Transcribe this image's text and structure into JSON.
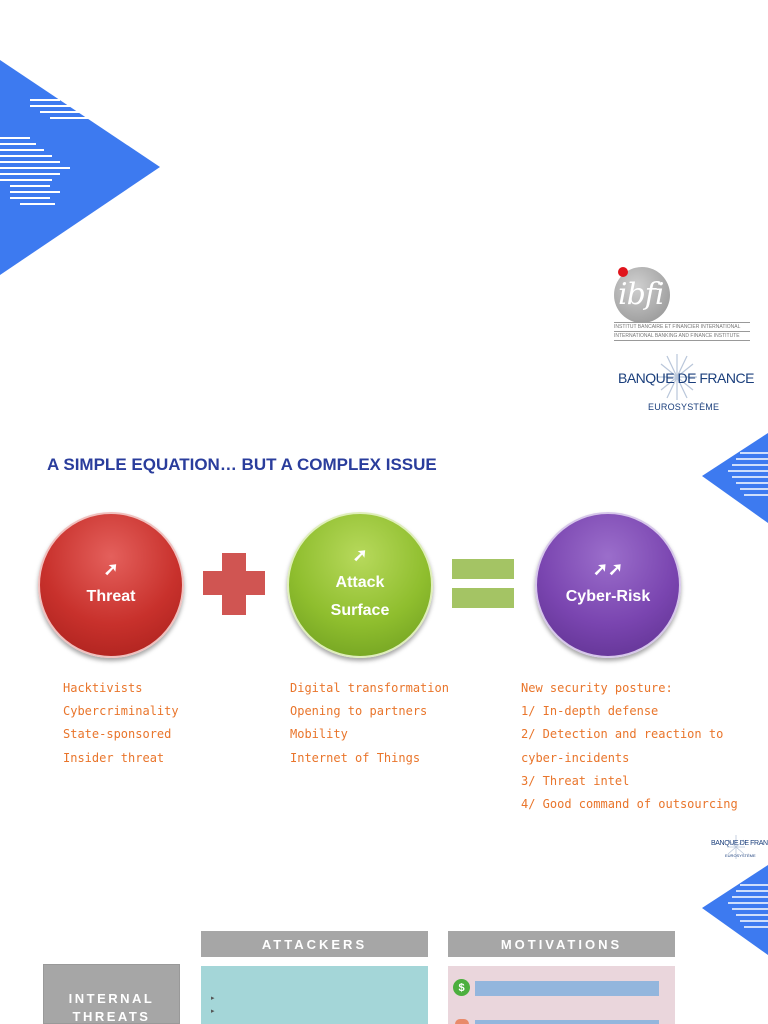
{
  "colors": {
    "accent_blue": "#3d7af0",
    "title_blue": "#2a3d9c",
    "threat_red": "#c8312c",
    "attack_green": "#8fbe2e",
    "cyber_purple": "#7a45b0",
    "list_orange": "#e9752b",
    "header_gray": "#a6a6a6"
  },
  "logos": {
    "ibfi": {
      "mark": "ibfi",
      "line1": "INSTITUT BANCAIRE ET FINANCIER INTERNATIONAL",
      "line2": "INTERNATIONAL BANKING AND FINANCE INSTITUTE"
    },
    "bdf": {
      "name": "BANQUE DE FRANCE",
      "sub": "EUROSYSTÈME"
    }
  },
  "slide": {
    "title": "A SIMPLE EQUATION… BUT A COMPLEX ISSUE",
    "threat": {
      "arrow": "➚",
      "label": "Threat",
      "items": [
        "Hacktivists",
        "Cybercriminality",
        "State-sponsored",
        "Insider threat"
      ]
    },
    "attack": {
      "arrow": "➚",
      "label1": "Attack",
      "label2": "Surface",
      "items": [
        "Digital transformation",
        "Opening to partners",
        "Mobility",
        "Internet of Things"
      ]
    },
    "cyber": {
      "arrow": "➚➚",
      "label": "Cyber-Risk",
      "items": [
        "New security posture:",
        "1/ In-depth defense",
        "2/ Detection and reaction to",
        "cyber-incidents",
        "3/ Threat intel",
        "4/ Good command of outsourcing"
      ]
    }
  },
  "table": {
    "attackers_header": "ATTACKERS",
    "motivations_header": "MOTIVATIONS",
    "internal_line1": "INTERNAL",
    "internal_line2": "THREATS",
    "dollar_icon": "$"
  }
}
